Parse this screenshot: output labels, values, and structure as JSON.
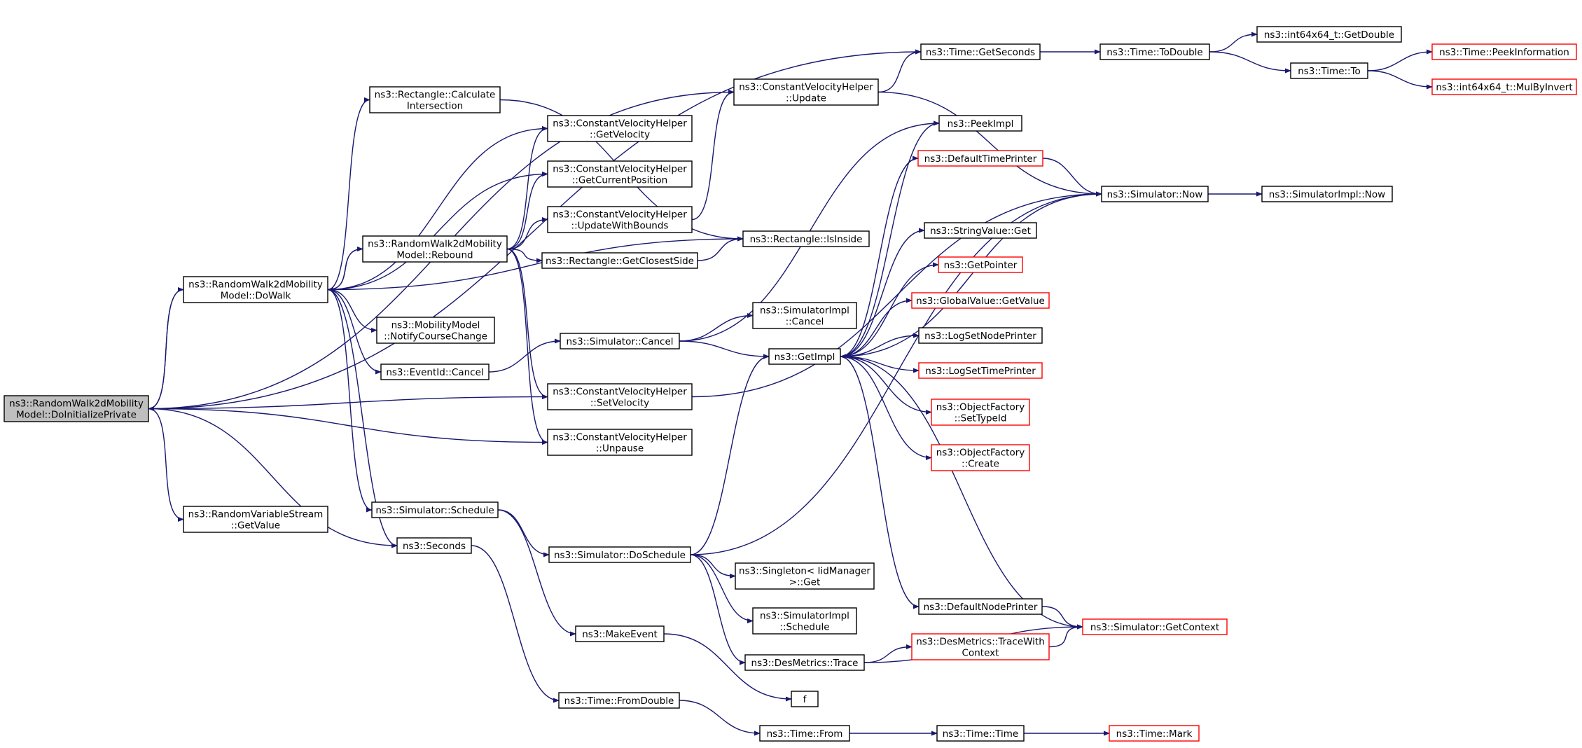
{
  "diagram": {
    "type": "call-graph",
    "colors": {
      "edge": "#191970",
      "node_border": "#000000",
      "node_border_truncated": "#ff0000",
      "node_fill": "#ffffff",
      "node_fill_root": "#bfbfbf",
      "text": "#000000"
    },
    "nodes": [
      {
        "id": "root",
        "lines": [
          "ns3::RandomWalk2dMobility",
          "Model::DoInitializePrivate"
        ],
        "root": true
      },
      {
        "id": "dowalk",
        "lines": [
          "ns3::RandomWalk2dMobility",
          "Model::DoWalk"
        ]
      },
      {
        "id": "rvs_getvalue",
        "lines": [
          "ns3::RandomVariableStream",
          "::GetValue"
        ]
      },
      {
        "id": "seconds",
        "lines": [
          "ns3::Seconds"
        ]
      },
      {
        "id": "rect_calc",
        "lines": [
          "ns3::Rectangle::Calculate",
          "Intersection"
        ]
      },
      {
        "id": "rebound",
        "lines": [
          "ns3::RandomWalk2dMobility",
          "Model::Rebound"
        ]
      },
      {
        "id": "mm_notify",
        "lines": [
          "ns3::MobilityModel",
          "::NotifyCourseChange"
        ]
      },
      {
        "id": "eventid_cancel",
        "lines": [
          "ns3::EventId::Cancel"
        ]
      },
      {
        "id": "sim_schedule",
        "lines": [
          "ns3::Simulator::Schedule"
        ]
      },
      {
        "id": "cvh_getvel",
        "lines": [
          "ns3::ConstantVelocityHelper",
          "::GetVelocity"
        ]
      },
      {
        "id": "cvh_getpos",
        "lines": [
          "ns3::ConstantVelocityHelper",
          "::GetCurrentPosition"
        ]
      },
      {
        "id": "cvh_updbounds",
        "lines": [
          "ns3::ConstantVelocityHelper",
          "::UpdateWithBounds"
        ]
      },
      {
        "id": "rect_closest",
        "lines": [
          "ns3::Rectangle::GetClosestSide"
        ]
      },
      {
        "id": "sim_cancel",
        "lines": [
          "ns3::Simulator::Cancel"
        ]
      },
      {
        "id": "cvh_setvel",
        "lines": [
          "ns3::ConstantVelocityHelper",
          "::SetVelocity"
        ]
      },
      {
        "id": "cvh_unpause",
        "lines": [
          "ns3::ConstantVelocityHelper",
          "::Unpause"
        ]
      },
      {
        "id": "sim_doschedule",
        "lines": [
          "ns3::Simulator::DoSchedule"
        ]
      },
      {
        "id": "makeevent",
        "lines": [
          "ns3::MakeEvent"
        ]
      },
      {
        "id": "time_fromdouble",
        "lines": [
          "ns3::Time::FromDouble"
        ]
      },
      {
        "id": "cvh_update",
        "lines": [
          "ns3::ConstantVelocityHelper",
          "::Update"
        ]
      },
      {
        "id": "rect_isinside",
        "lines": [
          "ns3::Rectangle::IsInside"
        ]
      },
      {
        "id": "simimpl_cancel",
        "lines": [
          "ns3::SimulatorImpl",
          "::Cancel"
        ]
      },
      {
        "id": "getimpl",
        "lines": [
          "ns3::GetImpl"
        ]
      },
      {
        "id": "singleton_get",
        "lines": [
          "ns3::Singleton< IidManager",
          " >::Get"
        ]
      },
      {
        "id": "simimpl_schedule",
        "lines": [
          "ns3::SimulatorImpl",
          "::Schedule"
        ]
      },
      {
        "id": "desmetrics_trace",
        "lines": [
          "ns3::DesMetrics::Trace"
        ]
      },
      {
        "id": "f",
        "lines": [
          "f"
        ]
      },
      {
        "id": "time_from",
        "lines": [
          "ns3::Time::From"
        ]
      },
      {
        "id": "time_getseconds",
        "lines": [
          "ns3::Time::GetSeconds"
        ]
      },
      {
        "id": "peekimpl",
        "lines": [
          "ns3::PeekImpl"
        ]
      },
      {
        "id": "defaulttimeprinter",
        "lines": [
          "ns3::DefaultTimePrinter"
        ],
        "truncated": true
      },
      {
        "id": "stringvalue_get",
        "lines": [
          "ns3::StringValue::Get"
        ]
      },
      {
        "id": "getpointer",
        "lines": [
          "ns3::GetPointer"
        ],
        "truncated": true
      },
      {
        "id": "globalvalue_getvalue",
        "lines": [
          "ns3::GlobalValue::GetValue"
        ],
        "truncated": true
      },
      {
        "id": "logsetnodeprinter",
        "lines": [
          "ns3::LogSetNodePrinter"
        ]
      },
      {
        "id": "logsettimeprinter",
        "lines": [
          "ns3::LogSetTimePrinter"
        ],
        "truncated": true
      },
      {
        "id": "objfactory_settypeid",
        "lines": [
          "ns3::ObjectFactory",
          "::SetTypeId"
        ],
        "truncated": true
      },
      {
        "id": "objfactory_create",
        "lines": [
          "ns3::ObjectFactory",
          "::Create"
        ],
        "truncated": true
      },
      {
        "id": "defaultnodeprinter",
        "lines": [
          "ns3::DefaultNodePrinter"
        ]
      },
      {
        "id": "desmetrics_tracewith",
        "lines": [
          "ns3::DesMetrics::TraceWith",
          "Context"
        ],
        "truncated": true
      },
      {
        "id": "time_time",
        "lines": [
          "ns3::Time::Time"
        ]
      },
      {
        "id": "time_todouble",
        "lines": [
          "ns3::Time::ToDouble"
        ]
      },
      {
        "id": "sim_now",
        "lines": [
          "ns3::Simulator::Now"
        ]
      },
      {
        "id": "sim_getcontext",
        "lines": [
          "ns3::Simulator::GetContext"
        ],
        "truncated": true
      },
      {
        "id": "time_mark",
        "lines": [
          "ns3::Time::Mark"
        ],
        "truncated": true
      },
      {
        "id": "int64_getdouble",
        "lines": [
          "ns3::int64x64_t::GetDouble"
        ]
      },
      {
        "id": "time_to",
        "lines": [
          "ns3::Time::To"
        ]
      },
      {
        "id": "simimpl_now",
        "lines": [
          "ns3::SimulatorImpl::Now"
        ]
      },
      {
        "id": "time_peekinfo",
        "lines": [
          "ns3::Time::PeekInformation"
        ],
        "truncated": true
      },
      {
        "id": "int64_mulbyinvert",
        "lines": [
          "ns3::int64x64_t::MulByInvert"
        ],
        "truncated": true
      }
    ],
    "edges": [
      [
        "root",
        "dowalk"
      ],
      [
        "root",
        "time_getseconds"
      ],
      [
        "root",
        "cvh_update"
      ],
      [
        "root",
        "cvh_setvel"
      ],
      [
        "root",
        "cvh_unpause"
      ],
      [
        "root",
        "rvs_getvalue"
      ],
      [
        "root",
        "seconds"
      ],
      [
        "dowalk",
        "root"
      ],
      [
        "dowalk",
        "rect_calc"
      ],
      [
        "dowalk",
        "cvh_getvel"
      ],
      [
        "dowalk",
        "cvh_getpos"
      ],
      [
        "dowalk",
        "rebound"
      ],
      [
        "dowalk",
        "rect_isinside"
      ],
      [
        "dowalk",
        "mm_notify"
      ],
      [
        "dowalk",
        "eventid_cancel"
      ],
      [
        "dowalk",
        "sim_schedule"
      ],
      [
        "dowalk",
        "seconds"
      ],
      [
        "rebound",
        "dowalk"
      ],
      [
        "rebound",
        "cvh_getvel"
      ],
      [
        "rebound",
        "cvh_getpos"
      ],
      [
        "rebound",
        "cvh_updbounds"
      ],
      [
        "rebound",
        "rect_closest"
      ],
      [
        "rebound",
        "cvh_setvel"
      ],
      [
        "rebound",
        "cvh_unpause"
      ],
      [
        "rect_calc",
        "rect_isinside"
      ],
      [
        "rect_closest",
        "rect_isinside"
      ],
      [
        "cvh_updbounds",
        "cvh_update"
      ],
      [
        "eventid_cancel",
        "sim_cancel"
      ],
      [
        "sim_cancel",
        "simimpl_cancel"
      ],
      [
        "sim_cancel",
        "getimpl"
      ],
      [
        "sim_cancel",
        "peekimpl"
      ],
      [
        "sim_schedule",
        "sim_doschedule"
      ],
      [
        "sim_schedule",
        "makeevent"
      ],
      [
        "sim_doschedule",
        "getimpl"
      ],
      [
        "sim_doschedule",
        "singleton_get"
      ],
      [
        "sim_doschedule",
        "simimpl_schedule"
      ],
      [
        "sim_doschedule",
        "desmetrics_trace"
      ],
      [
        "sim_doschedule",
        "sim_now"
      ],
      [
        "makeevent",
        "f"
      ],
      [
        "seconds",
        "time_fromdouble"
      ],
      [
        "time_fromdouble",
        "time_from"
      ],
      [
        "time_from",
        "time_time"
      ],
      [
        "time_time",
        "time_mark"
      ],
      [
        "cvh_setvel",
        "sim_now"
      ],
      [
        "cvh_update",
        "time_getseconds"
      ],
      [
        "cvh_update",
        "sim_now"
      ],
      [
        "getimpl",
        "peekimpl"
      ],
      [
        "getimpl",
        "defaulttimeprinter"
      ],
      [
        "getimpl",
        "stringvalue_get"
      ],
      [
        "getimpl",
        "getpointer"
      ],
      [
        "getimpl",
        "globalvalue_getvalue"
      ],
      [
        "getimpl",
        "logsetnodeprinter"
      ],
      [
        "getimpl",
        "logsettimeprinter"
      ],
      [
        "getimpl",
        "objfactory_settypeid"
      ],
      [
        "getimpl",
        "objfactory_create"
      ],
      [
        "getimpl",
        "defaultnodeprinter"
      ],
      [
        "getimpl",
        "sim_now"
      ],
      [
        "defaulttimeprinter",
        "sim_now"
      ],
      [
        "defaultnodeprinter",
        "sim_getcontext"
      ],
      [
        "sim_getcontext",
        "getimpl"
      ],
      [
        "desmetrics_trace",
        "desmetrics_tracewith"
      ],
      [
        "desmetrics_trace",
        "sim_getcontext"
      ],
      [
        "desmetrics_tracewith",
        "sim_getcontext"
      ],
      [
        "sim_now",
        "simimpl_now"
      ],
      [
        "time_getseconds",
        "time_todouble"
      ],
      [
        "time_todouble",
        "int64_getdouble"
      ],
      [
        "time_todouble",
        "time_to"
      ],
      [
        "time_to",
        "time_peekinfo"
      ],
      [
        "time_to",
        "int64_mulbyinvert"
      ]
    ]
  }
}
